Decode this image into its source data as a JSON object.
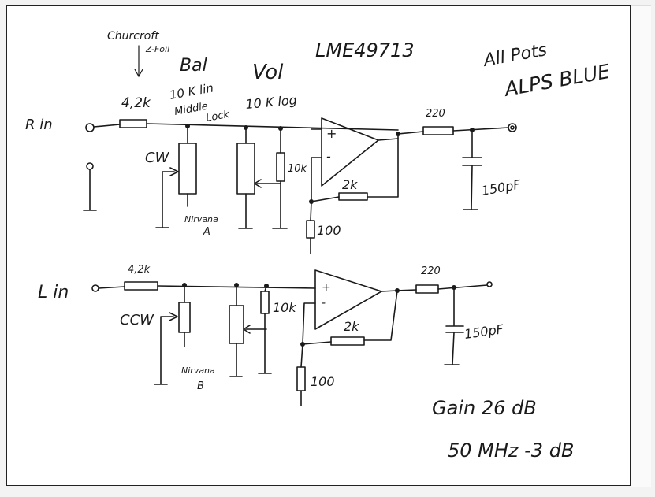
{
  "notes": {
    "chip": "LME49713",
    "all_pots": "All Pots",
    "alps_blue": "ALPS BLUE",
    "churcroft": "Churcroft",
    "z_foil": "Z-Foil",
    "bal": "Bal",
    "vol": "Vol",
    "bal_pot": "10 K lin",
    "middle": "Middle",
    "lock": "Lock",
    "vol_pot": "10 K log",
    "gain": "Gain 26 dB",
    "bandwidth": "50 MHz  -3 dB"
  },
  "right_channel": {
    "input_label": "R in",
    "r_in": "4,2k",
    "cw": "CW",
    "r_load": "10k",
    "r_fb": "2k",
    "r_gnd": "100",
    "r_out": "220",
    "c_out": "150pF",
    "nirvana": "Nirvana",
    "nirvana_tag": "A",
    "plus": "+",
    "minus": "-"
  },
  "left_channel": {
    "input_label": "L in",
    "r_in": "4,2k",
    "ccw": "CCW",
    "r_load": "10k",
    "r_fb": "2k",
    "r_gnd": "100",
    "r_out": "220",
    "c_out": "150pF",
    "nirvana": "Nirvana",
    "nirvana_tag": "B",
    "plus": "+",
    "minus": "-"
  }
}
